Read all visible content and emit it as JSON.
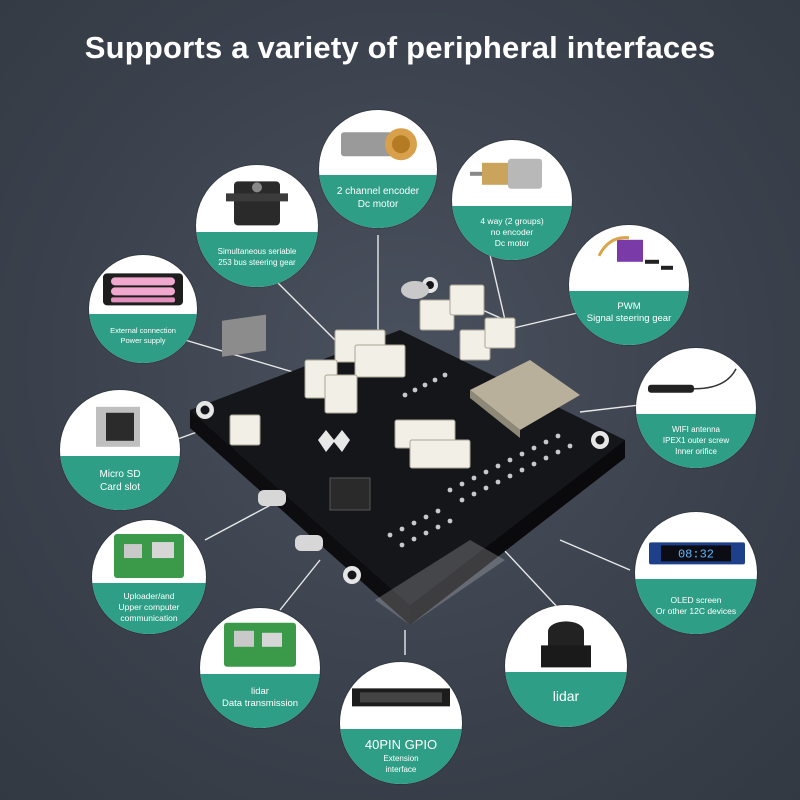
{
  "title": "Supports a variety of peripheral interfaces",
  "callouts": {
    "encoder_motor": {
      "line1": "2 channel encoder",
      "line2": "Dc motor"
    },
    "servo_bus": {
      "line1": "Simultaneous seriable",
      "line2": "253 bus steering gear"
    },
    "no_encoder_motor": {
      "line1": "4 way (2 groups)",
      "line2": "no encoder",
      "line3": "Dc motor"
    },
    "battery": {
      "line1": "External connection",
      "line2": "Power supply"
    },
    "pwm": {
      "line1": "PWM",
      "line2": "Signal steering gear"
    },
    "wifi": {
      "line1": "WIFI antenna",
      "line2": "IPEX1 outer screw",
      "line3": "Inner orifice"
    },
    "microsd": {
      "line1": "Micro SD",
      "line2": "Card slot"
    },
    "uploader": {
      "line1": "Uploader/and",
      "line2": "Upper computer",
      "line3": "communication"
    },
    "oled": {
      "line1": "OLED screen",
      "line2": "Or other 12C devices",
      "display_text": "08:32"
    },
    "lidar_data": {
      "line1": "lidar",
      "line2": "Data transmission"
    },
    "gpio": {
      "line1": "40PIN GPIO",
      "line2": "Extension",
      "line3": "interface"
    },
    "lidar": {
      "line1": "lidar"
    }
  },
  "colors": {
    "accent": "#2e9f86",
    "background": "#3d4450",
    "board": "#1c1d20",
    "connector": "#f2efe6"
  }
}
